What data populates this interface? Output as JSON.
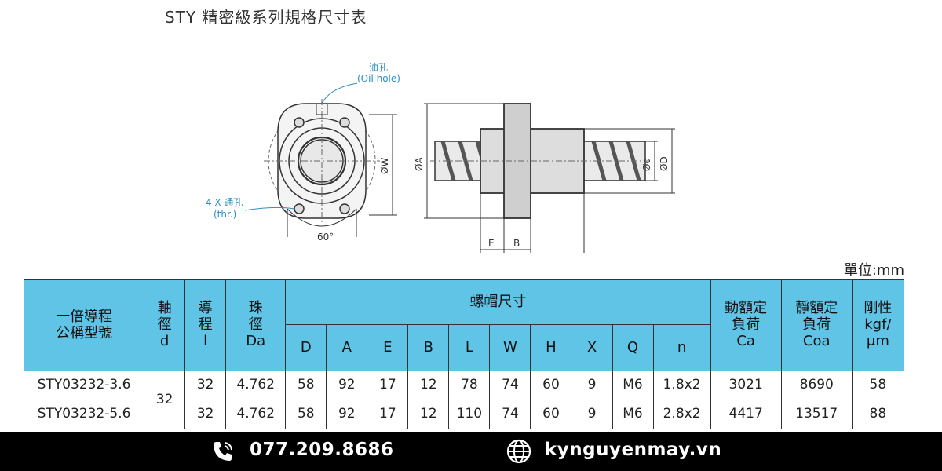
{
  "header": {
    "title": "STY 精密級系列規格尺寸表"
  },
  "drawing": {
    "oil_hole_cn": "油孔",
    "oil_hole_en": "(Oil hole)",
    "thru_hole_cn": "4-X 通孔",
    "thru_hole_en": "(thr.)",
    "angle_label": "60°",
    "dim_w": "ØW",
    "dim_a": "ØA",
    "dim_d_small": "Ød",
    "dim_d_large": "ØD",
    "dim_e": "E",
    "dim_b": "B"
  },
  "unit": "單位:mm",
  "table": {
    "h_model": "一倍導程\n公稱型號",
    "h_shaft": "軸\n徑\nd",
    "h_lead": "導\n程\nl",
    "h_ball": "珠\n徑\nDa",
    "h_nut": "螺帽尺寸",
    "h_dynamic": "動額定\n負荷\nCa",
    "h_static": "靜額定\n負荷\nCoa",
    "h_rigidity": "剛性\nkgf/\nμm",
    "nut_cols": [
      "D",
      "A",
      "E",
      "B",
      "L",
      "W",
      "H",
      "X",
      "Q",
      "n"
    ],
    "shaft": "32",
    "rows": [
      {
        "model": "STY03232-3.6",
        "lead": "32",
        "ball": "4.762",
        "D": "58",
        "A": "92",
        "E": "17",
        "B": "12",
        "L": "78",
        "W": "74",
        "H": "60",
        "X": "9",
        "Q": "M6",
        "n": "1.8x2",
        "Ca": "3021",
        "Coa": "8690",
        "K": "58"
      },
      {
        "model": "STY03232-5.6",
        "lead": "32",
        "ball": "4.762",
        "D": "58",
        "A": "92",
        "E": "17",
        "B": "12",
        "L": "110",
        "W": "74",
        "H": "60",
        "X": "9",
        "Q": "M6",
        "n": "2.8x2",
        "Ca": "4417",
        "Coa": "13517",
        "K": "88"
      }
    ]
  },
  "footer": {
    "phone": "077.209.8686",
    "website": "kynguyenmay.vn"
  }
}
